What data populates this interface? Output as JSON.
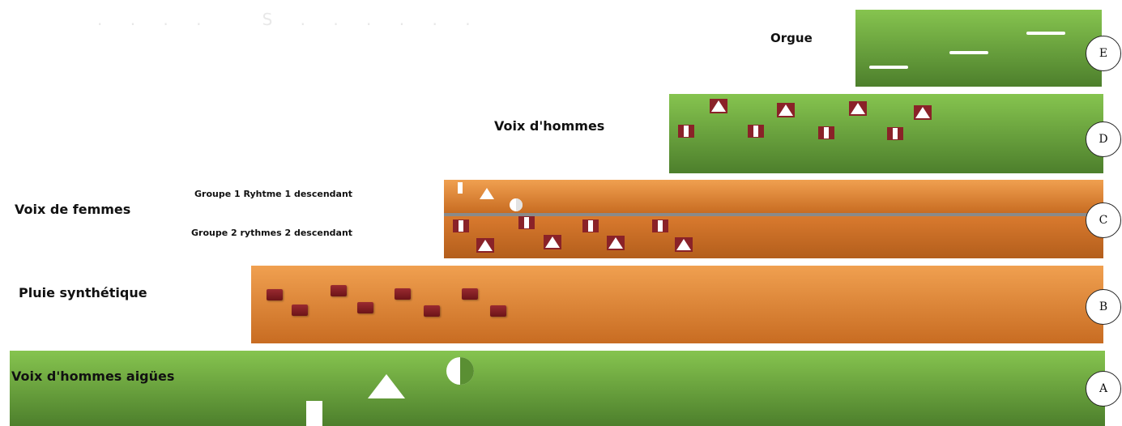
{
  "layers": {
    "E": {
      "label": "Orgue",
      "letter": "E"
    },
    "D": {
      "label": "Voix d'hommes",
      "letter": "D"
    },
    "C": {
      "label": "Voix de femmes",
      "letter": "C",
      "group1": "Groupe 1 Ryhtme 1 descendant",
      "group2": "Groupe 2 rythmes 2 descendant"
    },
    "B": {
      "label": "Pluie synthétique",
      "letter": "B"
    },
    "A": {
      "label": "Voix d'hommes aigües",
      "letter": "A"
    }
  },
  "colors": {
    "green": "#6aa43c",
    "orange": "#e08a3c",
    "tile": "#8a2228"
  }
}
